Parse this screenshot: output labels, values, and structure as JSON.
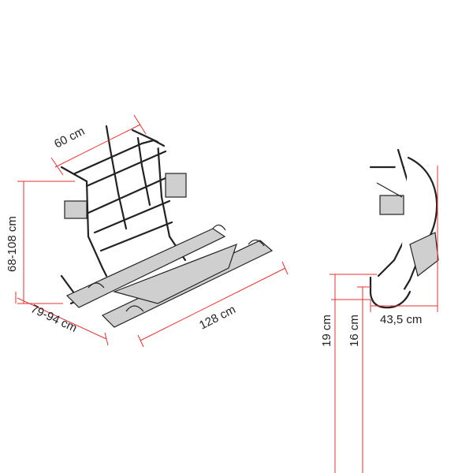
{
  "diagram": {
    "dimensions": {
      "width_top": "60 cm",
      "height": "68-108 cm",
      "depth": "79-94 cm",
      "rail_length": "128 cm",
      "hook_height_outer": "19 cm",
      "hook_height_inner": "16 cm",
      "side_depth": "43,5 cm"
    },
    "colors": {
      "dimension_lines": "#e8302f",
      "drawing": "#222222",
      "shading": "#cfcfcf"
    }
  }
}
